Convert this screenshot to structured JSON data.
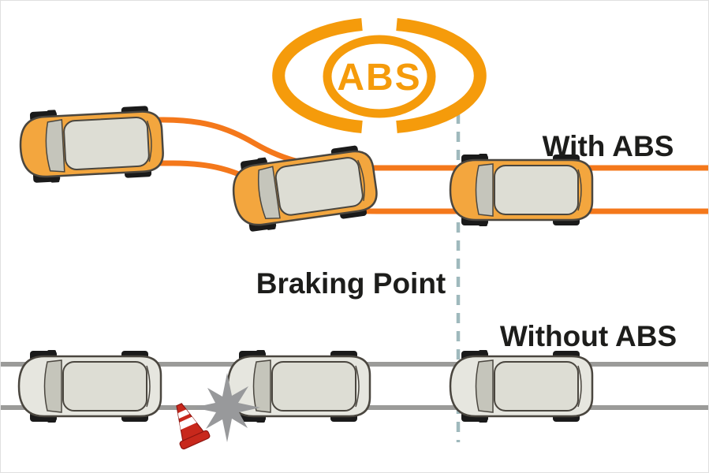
{
  "diagram": {
    "title": "ABS vs no-ABS braking comparison",
    "abs_symbol_text": "ABS",
    "labels": {
      "with_abs": "With ABS",
      "without_abs": "Without ABS",
      "braking_point": "Braking Point"
    },
    "colors": {
      "abs_symbol_orange": "#F59B0B",
      "abs_track_orange": "#F4781B",
      "abs_car_orange": "#F3A63E",
      "no_abs_track_gray": "#9B9B99",
      "no_abs_car_gray": "#E6E6DF",
      "car_roof_gray": "#DDDDD4",
      "braking_point_line_teal": "#9FB9BD",
      "crash_burst_gray": "#98999B",
      "cone_red": "#C8281C",
      "label_text": "#1D1D1B"
    },
    "icons": {
      "abs_warning_lamp": "abs-warning-lamp-icon",
      "crash_burst": "crash-burst-icon",
      "traffic_cone": "traffic-cone-icon"
    }
  }
}
